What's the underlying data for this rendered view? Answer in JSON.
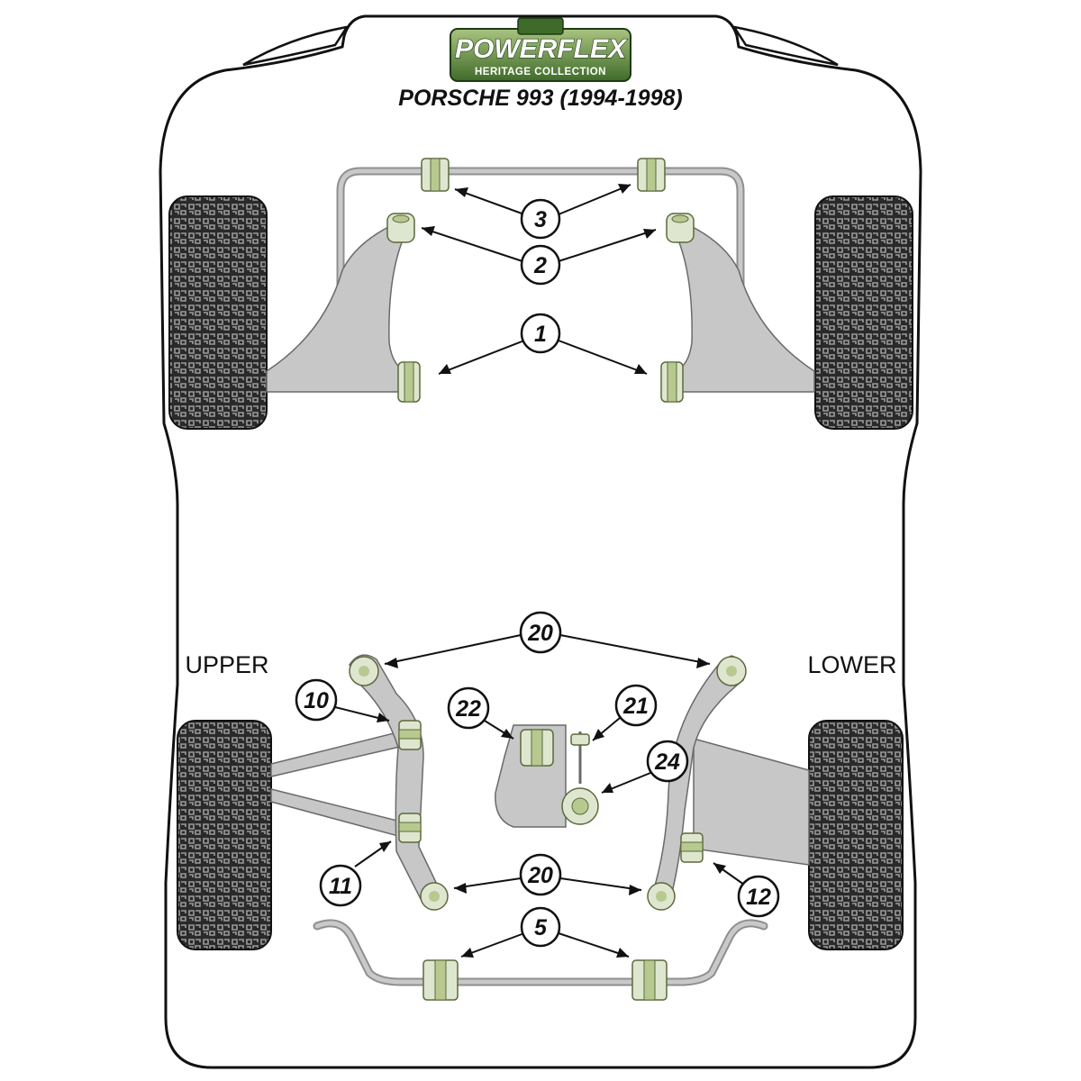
{
  "logo": {
    "brand": "POWERFLEX",
    "subline": "HERITAGE COLLECTION",
    "colors": {
      "badge_green": "#3f6b2a",
      "badge_light": "#8fb06a",
      "badge_dark": "#1d3a14"
    }
  },
  "title": "PORSCHE 993 (1994-1998)",
  "side_labels": {
    "left": "UPPER",
    "right": "LOWER"
  },
  "callouts": [
    {
      "key": "c3",
      "label": "3"
    },
    {
      "key": "c2",
      "label": "2"
    },
    {
      "key": "c1",
      "label": "1"
    },
    {
      "key": "c20top",
      "label": "20"
    },
    {
      "key": "c10",
      "label": "10"
    },
    {
      "key": "c22",
      "label": "22"
    },
    {
      "key": "c21",
      "label": "21"
    },
    {
      "key": "c24",
      "label": "24"
    },
    {
      "key": "c11",
      "label": "11"
    },
    {
      "key": "c20bottom",
      "label": "20"
    },
    {
      "key": "c12",
      "label": "12"
    },
    {
      "key": "c5",
      "label": "5"
    }
  ],
  "icons": [
    "tyre-icon",
    "wishbone-icon",
    "anti-roll-bar-icon",
    "bushing-icon",
    "engine-mount-icon",
    "drop-link-icon"
  ],
  "colors": {
    "outline": "#111111",
    "part_grey": "#c7c7c7",
    "bush_green": "#b7c98f",
    "tyre": "#2a2a2a"
  }
}
